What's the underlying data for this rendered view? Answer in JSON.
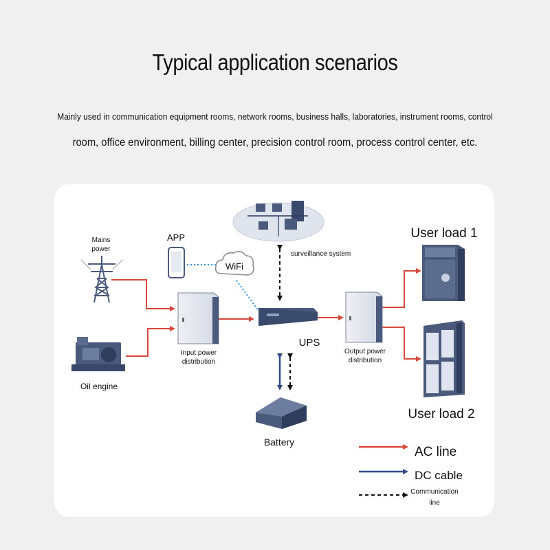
{
  "page": {
    "title": "Typical application scenarios",
    "intro_line1": "Mainly used in communication equipment rooms, network rooms, business halls, laboratories, instrument rooms, control",
    "intro_line2": "room, office environment, billing center, precision control room, process control center, etc."
  },
  "diagram": {
    "labels": {
      "mains_line1": "Mains",
      "mains_line2": "power",
      "app": "APP",
      "wifi": "WiFi",
      "surveillance": "surveillance system",
      "user_load_1": "User load 1",
      "user_load_2": "User load 2",
      "input_line1": "Input power",
      "input_line2": "distribution",
      "output_line1": "Output power",
      "output_line2": "distribution",
      "ups": "UPS",
      "oil_engine": "Oil engine",
      "battery": "Battery"
    },
    "legend": {
      "ac_line": "AC line",
      "dc_cable": "DC cable",
      "comm_line1": "Communication",
      "comm_line2": "line"
    },
    "colors": {
      "ac_line": "#d9473b",
      "dc_cable": "#2f4a86",
      "comm_line": "#111111",
      "wifi_link": "#2a8fd8",
      "equipment": "#4a5a7c"
    }
  }
}
